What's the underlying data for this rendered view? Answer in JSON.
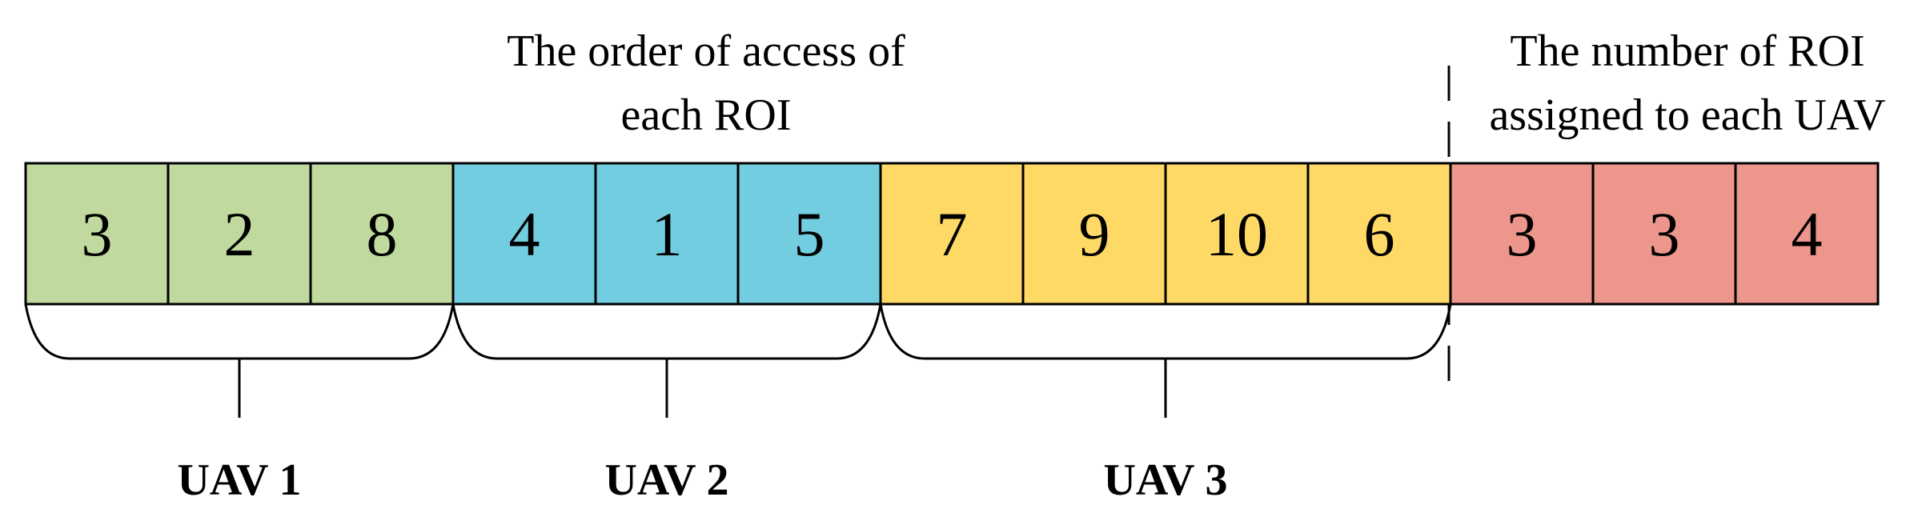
{
  "labels": {
    "order_line1": "The order of access of",
    "order_line2": "each ROI",
    "count_line1": "The number of ROI",
    "count_line2": "assigned to each UAV"
  },
  "groups": [
    {
      "name": "UAV 1",
      "color": "#bfd99e",
      "cells": [
        "3",
        "2",
        "8"
      ]
    },
    {
      "name": "UAV 2",
      "color": "#72cde0",
      "cells": [
        "4",
        "1",
        "5"
      ]
    },
    {
      "name": "UAV 3",
      "color": "#ffd966",
      "cells": [
        "7",
        "9",
        "10",
        "6"
      ]
    }
  ],
  "counts": {
    "color": "#ed968c",
    "cells": [
      "3",
      "3",
      "4"
    ]
  }
}
